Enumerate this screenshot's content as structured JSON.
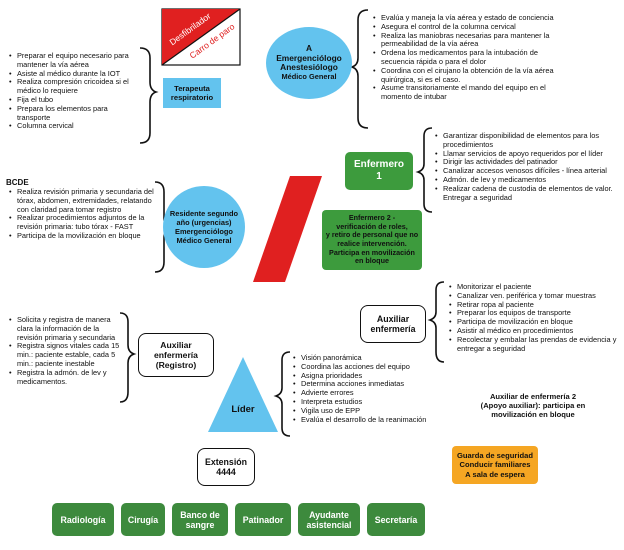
{
  "defib_card": {
    "label_defib": "Desfibrilador",
    "label_cart": "Carro de paro",
    "color_top": "#e02020"
  },
  "anesthesiologist": {
    "line1": "A",
    "line2": "Emergenciólogo",
    "line3": "Anestesiólogo",
    "line4": "Médico General",
    "tasks": [
      "Evalúa y maneja la vía aérea y estado de conciencia",
      "Asegura el control de la columna cervical",
      "Realiza las maniobras necesarias para mantener la permeabilidad de la vía aérea",
      "Ordena los medicamentos para la intubación de secuencia rápida o para el dolor",
      "Coordina con el cirujano la obtención de la vía aérea quirúrgica, si es el caso.",
      "Asume transitoriamente el mando del equipo en el momento de intubar"
    ]
  },
  "respiratory_therapist": {
    "line1": "Terapeuta",
    "line2": "respiratorio",
    "tasks": [
      "Preparar el equipo necesario para mantener la vía aérea",
      "Asiste al médico durante la IOT",
      "Realiza compresión cricoidea si el médico lo requiere",
      "Fija el tubo",
      "Prepara los elementos para transporte",
      "Columna cervical"
    ]
  },
  "nurse1": {
    "line1": "Enfermero",
    "line2": "1",
    "tasks": [
      "Garantizar disponibilidad de elementos para los procedimientos",
      "Llamar servicios de apoyo requeridos por el líder",
      "Dirigir las actividades del patinador",
      "Canalizar accesos venosos difíciles - línea arterial",
      "Admón. de lev y medicamentos",
      "Realizar cadena de custodia de elementos de valor. Entregar a seguridad"
    ]
  },
  "resident": {
    "line1": "Residente segundo",
    "line2": "año (urgencias)",
    "line3": "Emergenciólogo",
    "line4": "Médico General",
    "heading": "BCDE",
    "tasks": [
      "Realiza revisión primaria y secundaria del tórax, abdomen, extremidades, relatando con claridad para tomar registro",
      "Realizar procedimientos adjuntos de la revisión primaria: tubo tórax - FAST",
      "Participa de la movilización en bloque"
    ]
  },
  "nurse2": {
    "line1": "Enfermero 2 -",
    "line2": "verificación de roles,",
    "line3": "y retiro de personal que no",
    "line4": "realice intervención.",
    "line5": "Participa en movilización",
    "line6": "en bloque"
  },
  "aux_nursing": {
    "line1": "Auxiliar",
    "line2": "enfermería",
    "tasks": [
      "Monitorizar el paciente",
      "Canalizar ven. periférica y tomar muestras",
      "Retirar ropa al paciente",
      "Preparar los equipos de transporte",
      "Participa de movilización en bloque",
      "Asistir al médico en procedimientos",
      "Recolectar y embalar las prendas de evidencia y entregar a seguridad"
    ]
  },
  "aux_registry": {
    "line1": "Auxiliar",
    "line2": "enfermería",
    "line3": "(Registro)",
    "tasks": [
      "Solicita y registra de manera clara la información de la revisión primaria y secundaria",
      "Registra signos vitales cada 15 min.: paciente estable, cada 5 min.: paciente inestable",
      "Registra la admón. de lev y medicamentos."
    ]
  },
  "leader": {
    "label": "Líder",
    "tasks": [
      "Visión panorámica",
      "Coordina las acciones del equipo",
      "Asigna prioridades",
      "Determina acciones inmediatas",
      "Advierte errores",
      "Interpreta estudios",
      "Vigila uso de EPP",
      "Evalúa el desarrollo de la reanimación"
    ]
  },
  "aux_nursing2": {
    "line1": "Auxiliar de enfermería 2",
    "line2": "(Apoyo auxiliar): participa en",
    "line3": "movilización en bloque"
  },
  "extension": {
    "line1": "Extensión",
    "line2": "4444"
  },
  "security": {
    "line1": "Guarda de seguridad",
    "line2": "Conducir familiares",
    "line3": "A sala de espera"
  },
  "support_services": [
    "Radiología",
    "Cirugía",
    "Banco de sangre",
    "Patinador",
    "Ayudante asistencial",
    "Secretaría"
  ],
  "colors": {
    "blue": "#63c3ee",
    "green": "#3d9b3d",
    "red": "#e02020",
    "orange": "#f5a623",
    "dark_green": "#3d8a3d"
  }
}
